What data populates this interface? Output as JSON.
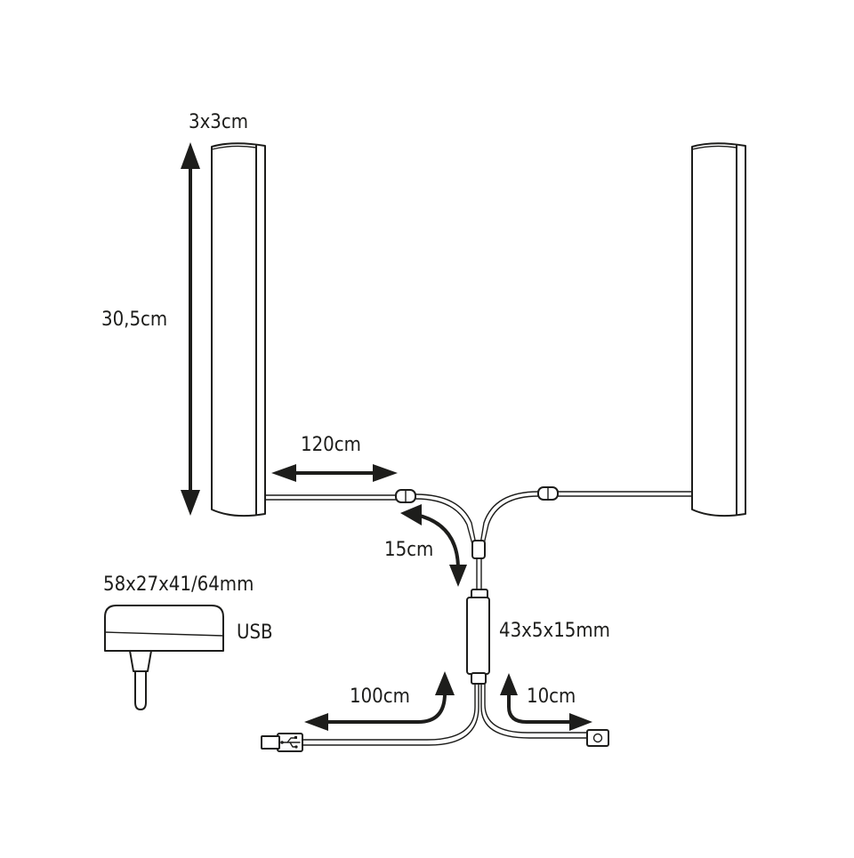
{
  "dimensions": {
    "bar_cross_section": "3x3cm",
    "bar_length": "30,5cm",
    "lead_cable": "120cm",
    "branch_cable": "15cm",
    "controller_size": "43x5x15mm",
    "usb_cable": "100cm",
    "remote_cable": "10cm",
    "adapter_size": "58x27x41/64mm",
    "adapter_type": "USB"
  },
  "colors": {
    "line": "#1d1d1b",
    "background": "#ffffff"
  }
}
